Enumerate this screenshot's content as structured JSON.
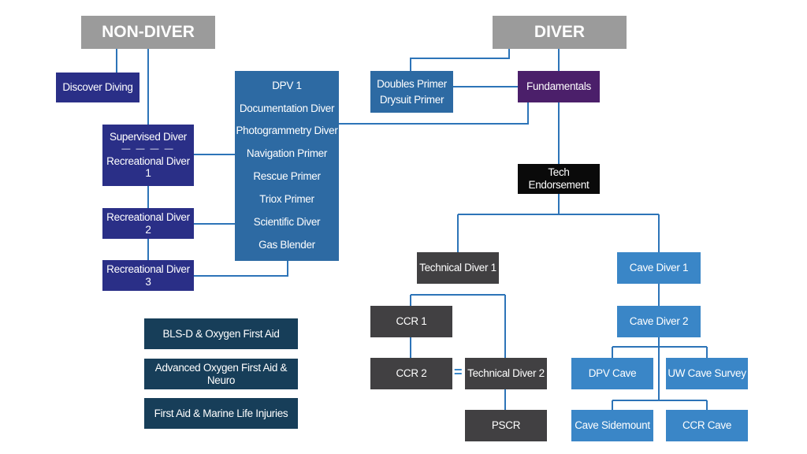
{
  "headers": {
    "non_diver": "NON-DIVER",
    "diver": "DIVER"
  },
  "non_diver": {
    "discover": "Discover Diving",
    "supervised": "Supervised Diver",
    "rec1": "Recreational Diver 1",
    "divider": "— — — —",
    "rec2": "Recreational Diver 2",
    "rec3": "Recreational Diver 3"
  },
  "specialties": [
    "DPV 1",
    "Documentation Diver",
    "Photogrammetry Diver",
    "Navigation Primer",
    "Rescue Primer",
    "Triox Primer",
    "Scientific Diver",
    "Gas Blender"
  ],
  "diver": {
    "doubles": "Doubles Primer",
    "drysuit": "Drysuit Primer",
    "fundamentals": "Fundamentals",
    "tech_endorsement": "Tech Endorsement"
  },
  "technical": {
    "td1": "Technical Diver 1",
    "ccr1": "CCR 1",
    "ccr2": "CCR 2",
    "equals": "=",
    "td2": "Technical Diver 2",
    "pscr": "PSCR"
  },
  "cave": {
    "cd1": "Cave Diver 1",
    "cd2": "Cave Diver 2",
    "dpv": "DPV Cave",
    "survey": "UW Cave Survey",
    "sidemount": "Cave Sidemount",
    "ccr": "CCR Cave"
  },
  "first_aid": [
    "BLS-D & Oxygen First Aid",
    "Advanced Oxygen First Aid & Neuro",
    "First Aid & Marine Life Injuries"
  ],
  "colors": {
    "header": "#9b9b9b",
    "connector": "#2d74b8",
    "navy": "#2a2f87",
    "purple": "#4b1f6a",
    "steel": "#2d6aa3",
    "tech": "#414042",
    "cave": "#3a86c7",
    "first_aid": "#173e59"
  }
}
